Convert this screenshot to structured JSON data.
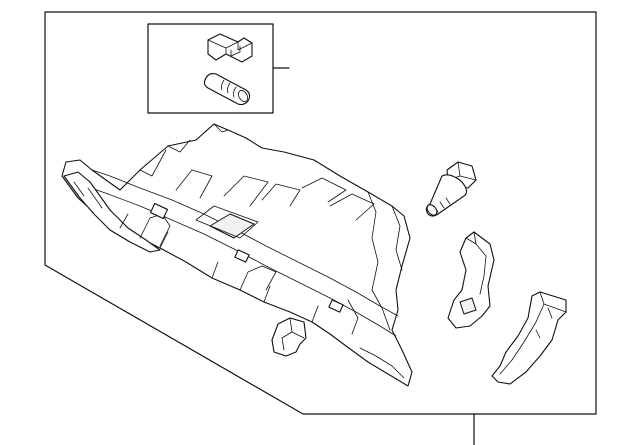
{
  "diagram": {
    "parts": [
      {
        "name": "glove-box-assembly"
      },
      {
        "name": "bumper-clip"
      },
      {
        "name": "stopper-pin"
      },
      {
        "name": "mounting-bolt"
      },
      {
        "name": "side-bracket"
      },
      {
        "name": "hinge-clip"
      },
      {
        "name": "latch-striker"
      }
    ]
  }
}
